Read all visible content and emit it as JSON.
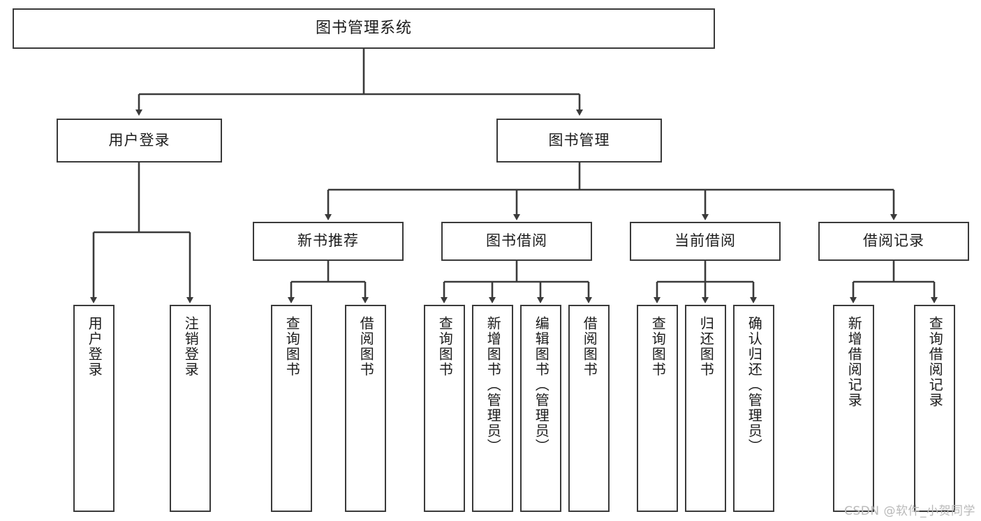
{
  "diagram": {
    "title": "图书管理系统",
    "watermark": "CSDN @软件_小贺同学",
    "colors": {
      "background": "#ffffff",
      "box_border": "#3a3a3a",
      "box_fill": "#ffffff",
      "connector": "#3a3a3a",
      "text": "#1b1b1b",
      "watermark": "#b9b9b9"
    },
    "root": {
      "label": "图书管理系统"
    },
    "level2": [
      {
        "label": "用户登录"
      },
      {
        "label": "图书管理"
      }
    ],
    "level3": [
      {
        "label": "新书推荐"
      },
      {
        "label": "图书借阅"
      },
      {
        "label": "当前借阅"
      },
      {
        "label": "借阅记录"
      }
    ],
    "leaves": {
      "user_login": [
        {
          "label": "用户登录"
        },
        {
          "label": "注销登录"
        }
      ],
      "new_book_recommend": [
        {
          "label": "查询图书"
        },
        {
          "label": "借阅图书"
        }
      ],
      "book_borrow": [
        {
          "label": "查询图书"
        },
        {
          "label": "新增图书（管理员）"
        },
        {
          "label": "编辑图书（管理员）"
        },
        {
          "label": "借阅图书"
        }
      ],
      "current_borrow": [
        {
          "label": "查询图书"
        },
        {
          "label": "归还图书"
        },
        {
          "label": "确认归还（管理员）"
        }
      ],
      "borrow_record": [
        {
          "label": "新增借阅记录"
        },
        {
          "label": "查询借阅记录"
        }
      ]
    }
  }
}
